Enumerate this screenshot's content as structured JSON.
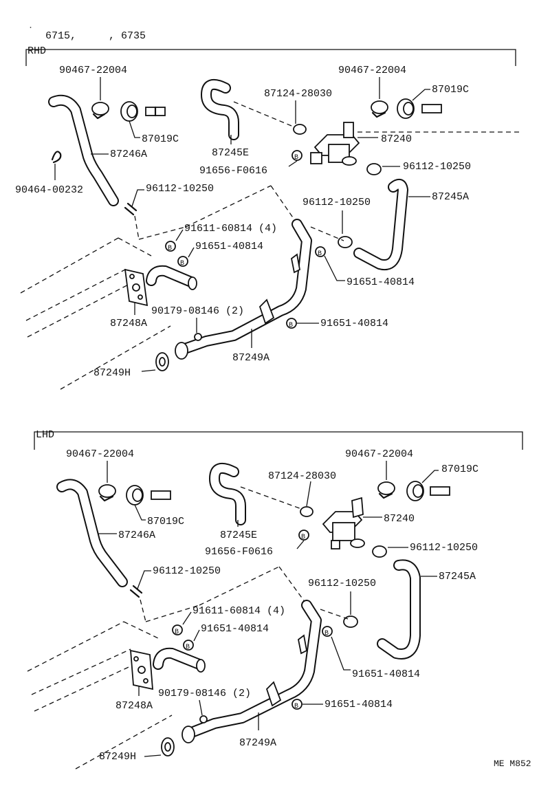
{
  "header": {
    "models_a": "6715,",
    "models_b": ", 6735"
  },
  "sections": {
    "rhd": "RHD",
    "lhd": "LHD"
  },
  "bolt_mark": "B",
  "rhd_labels": {
    "clip_left": "90467-22004",
    "clip_right": "90467-22004",
    "plug_left": "87019C",
    "plug_right": "87019C",
    "hose_87246a": "87246A",
    "clamp_90464": "90464-00232",
    "clamp_96112_a": "96112-10250",
    "hose_87245e": "87245E",
    "clamp_87124": "87124-28030",
    "valve_87240": "87240",
    "bolt_91656": "91656-F0616",
    "clamp_96112_b": "96112-10250",
    "hose_87245a": "87245A",
    "clamp_96112_c": "96112-10250",
    "bolt_91611": "91611-60814 (4)",
    "bolt_91651_a": "91651-40814",
    "bolt_91651_b": "91651-40814",
    "plate_87248a": "87248A",
    "nut_90179": "90179-08146 (2)",
    "bolt_91651_c": "91651-40814",
    "pipe_87249a": "87249A",
    "gasket_87249h": "87249H"
  },
  "lhd_labels": {
    "clip_left": "90467-22004",
    "clip_right": "90467-22004",
    "plug_left": "87019C",
    "plug_right": "87019C",
    "clamp_87124": "87124-28030",
    "valve_87240": "87240",
    "hose_87246a": "87246A",
    "hose_87245e": "87245E",
    "bolt_91656": "91656-F0616",
    "clamp_96112_b": "96112-10250",
    "clamp_96112_a": "96112-10250",
    "hose_87245a": "87245A",
    "clamp_96112_c": "96112-10250",
    "bolt_91611": "91611-60814 (4)",
    "bolt_91651_a": "91651-40814",
    "bolt_91651_b": "91651-40814",
    "plate_87248a": "87248A",
    "nut_90179": "90179-08146 (2)",
    "bolt_91651_c": "91651-40814",
    "pipe_87249a": "87249A",
    "gasket_87249h": "87249H"
  },
  "footer": {
    "code": "ME M852"
  }
}
